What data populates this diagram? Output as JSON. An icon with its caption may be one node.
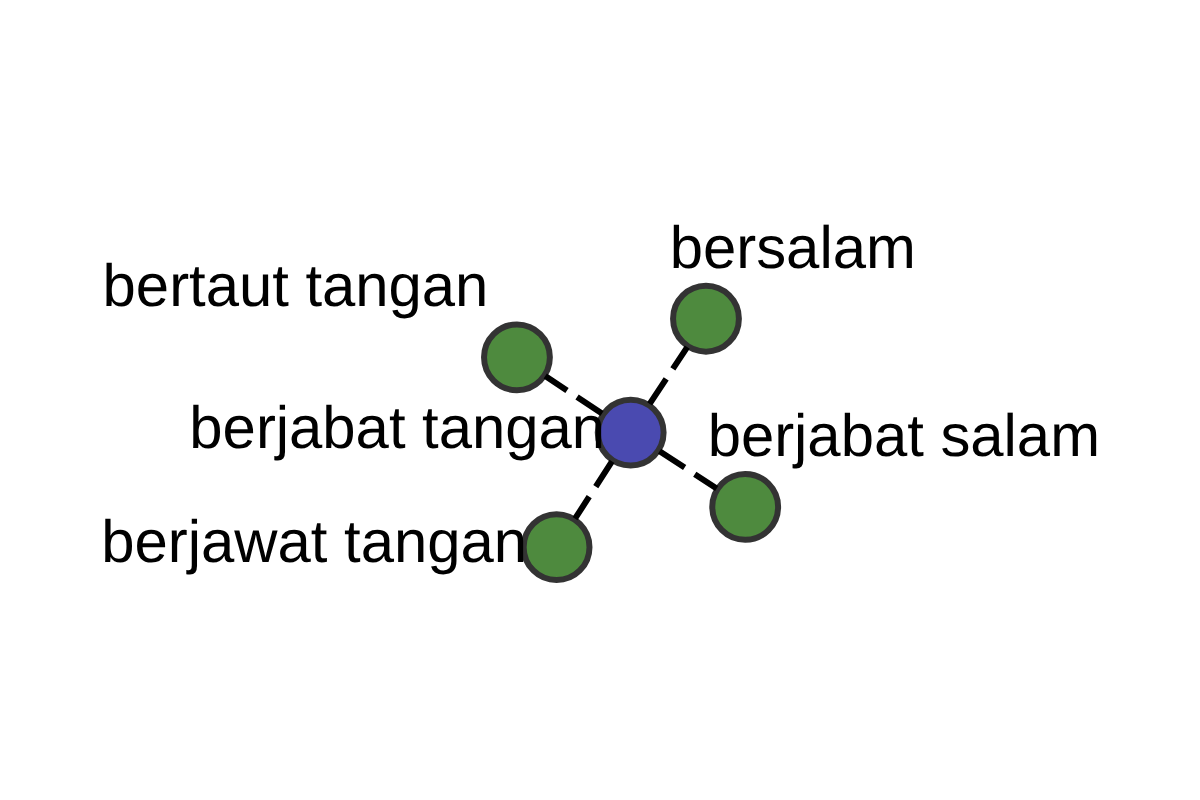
{
  "diagram": {
    "nodes": [
      {
        "text": [],
        "shape": "circle",
        "beside": [
          "berjabat tangan"
        ]
      },
      {
        "text": [],
        "shape": "circle",
        "beside": [
          "berjabat salam"
        ]
      },
      {
        "text": [],
        "shape": "circle",
        "beside": [
          "berjawat tangan"
        ]
      },
      {
        "text": [],
        "shape": "circle",
        "beside": [
          "bertaut tangan"
        ]
      },
      {
        "text": [],
        "shape": "circle",
        "beside": [
          "bersalam"
        ]
      }
    ],
    "edges": [
      {
        "from": 0,
        "to": 1,
        "arrow": "none",
        "style": "dashed"
      },
      {
        "from": 0,
        "to": 2,
        "arrow": "none",
        "style": "dashed"
      },
      {
        "from": 0,
        "to": 3,
        "arrow": "none",
        "style": "dashed"
      },
      {
        "from": 0,
        "to": 4,
        "arrow": "none",
        "style": "dashed"
      }
    ]
  }
}
